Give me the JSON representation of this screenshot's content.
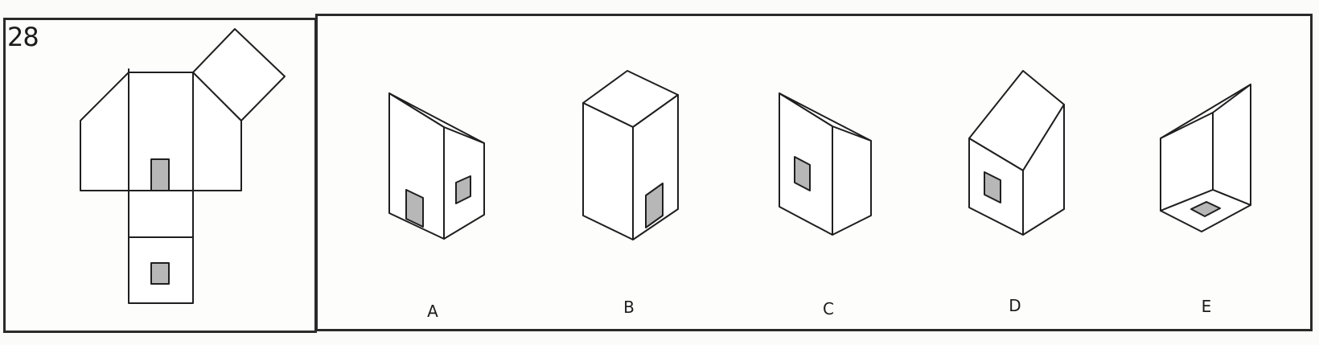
{
  "question": {
    "number": "28"
  },
  "options": [
    {
      "key": "a",
      "label": "A"
    },
    {
      "key": "b",
      "label": "B"
    },
    {
      "key": "c",
      "label": "C"
    },
    {
      "key": "d",
      "label": "D"
    },
    {
      "key": "e",
      "label": "E"
    }
  ],
  "colors": {
    "line": "#1f1f1f",
    "window_fill": "#b7b7b7",
    "border": "#2a2a2a"
  }
}
